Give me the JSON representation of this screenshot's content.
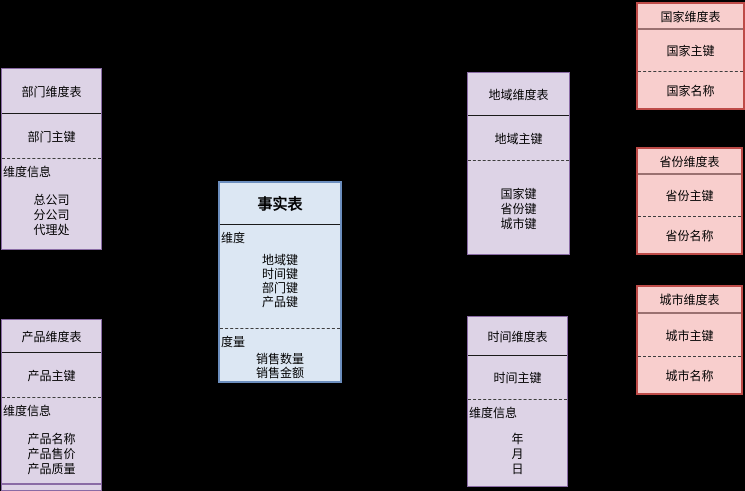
{
  "diagram": {
    "background": "#000000",
    "colors": {
      "purple_fill": "#DDD3E6",
      "purple_border": "#8A6BA5",
      "blue_fill": "#DCE7F3",
      "blue_border": "#6C8EBE",
      "pink_fill": "#F8CECD",
      "pink_border": "#BE4B48"
    },
    "fact_table": {
      "title": "事实表",
      "dim_label": "维度",
      "dim_keys": [
        "地域键",
        "时间键",
        "部门键",
        "产品键"
      ],
      "measure_label": "度量",
      "measures": [
        "销售数量",
        "销售金额"
      ]
    },
    "dimension_tables": {
      "department": {
        "title": "部门维度表",
        "pk": "部门主键",
        "info_label": "维度信息",
        "attributes": [
          "总公司",
          "分公司",
          "代理处"
        ]
      },
      "product": {
        "title": "产品维度表",
        "pk": "产品主键",
        "info_label": "维度信息",
        "attributes": [
          "产品名称",
          "产品售价",
          "产品质量"
        ]
      },
      "region": {
        "title": "地域维度表",
        "pk": "地域主键",
        "attributes": [
          "国家键",
          "省份键",
          "城市键"
        ]
      },
      "time": {
        "title": "时间维度表",
        "pk": "时间主键",
        "info_label": "维度信息",
        "attributes": [
          "年",
          "月",
          "日"
        ]
      },
      "country": {
        "title": "国家维度表",
        "pk": "国家主键",
        "attributes": [
          "国家名称"
        ]
      },
      "province": {
        "title": "省份维度表",
        "pk": "省份主键",
        "attributes": [
          "省份名称"
        ]
      },
      "city": {
        "title": "城市维度表",
        "pk": "城市主键",
        "attributes": [
          "城市名称"
        ]
      }
    }
  }
}
